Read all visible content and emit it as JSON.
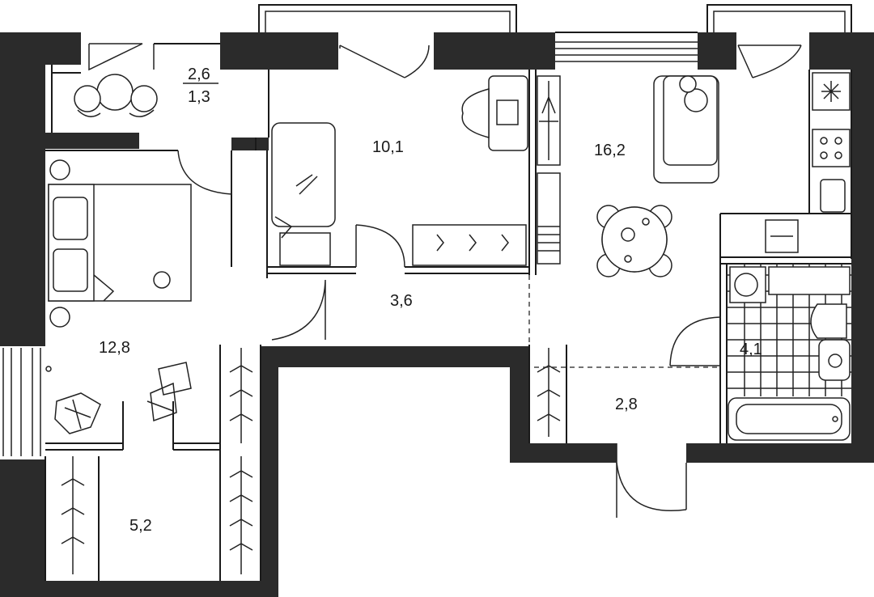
{
  "rooms": {
    "balcony_total": "2,6",
    "balcony_effective": "1,3",
    "study": "10,1",
    "living_kitchen": "16,2",
    "corridor": "3,6",
    "bedroom": "12,8",
    "bathroom": "4,1",
    "entrance_hall": "2,8",
    "wardrobe": "5,2"
  }
}
